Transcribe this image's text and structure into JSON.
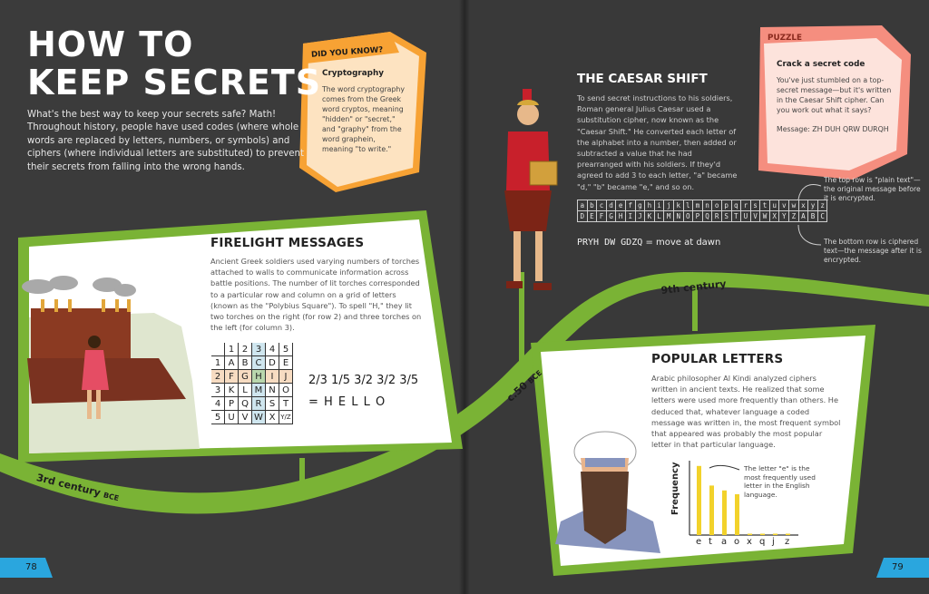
{
  "page": {
    "title_line1": "HOW TO",
    "title_line2": "KEEP SECRETS",
    "intro": "What's the best way to keep your secrets safe? Math! Throughout history, people have used codes (where whole words are replaced by letters, numbers, or symbols) and ciphers (where individual letters are substituted) to prevent their secrets from falling into the wrong hands.",
    "page_left": "78",
    "page_right": "79"
  },
  "did_you_know": {
    "tag": "DID YOU KNOW?",
    "heading": "Cryptography",
    "body": "The word cryptography comes from the Greek word cryptos, meaning \"hidden\" or \"secret,\" and \"graphy\" from the word graphein, meaning \"to write.\""
  },
  "puzzle": {
    "tag": "PUZZLE",
    "heading": "Crack a secret code",
    "body": "You've just stumbled on a top-secret message—but it's written in the Caesar Shift cipher. Can you work out what it says?",
    "message": "Message: ZH DUH QRW DURQH"
  },
  "caesar": {
    "heading": "THE CAESAR SHIFT",
    "body": "To send secret instructions to his soldiers, Roman general Julius Caesar used a substitution cipher, now known as the \"Caesar Shift.\" He converted each letter of the alphabet into a number, then added or subtracted a value that he had prearranged with his soldiers. If they'd agreed to add 3 to each letter, \"a\" became \"d,\" \"b\" became \"e,\" and so on.",
    "plain_row": [
      "a",
      "b",
      "c",
      "d",
      "e",
      "f",
      "g",
      "h",
      "i",
      "j",
      "k",
      "l",
      "m",
      "n",
      "o",
      "p",
      "q",
      "r",
      "s",
      "t",
      "u",
      "v",
      "w",
      "x",
      "y",
      "z"
    ],
    "cipher_row": [
      "D",
      "E",
      "F",
      "G",
      "H",
      "I",
      "J",
      "K",
      "L",
      "M",
      "N",
      "O",
      "P",
      "Q",
      "R",
      "S",
      "T",
      "U",
      "V",
      "W",
      "X",
      "Y",
      "Z",
      "A",
      "B",
      "C"
    ],
    "example_code": "PRYH DW GDZQ",
    "example_plain": "= move at dawn",
    "note_top": "The top row is \"plain text\"—the original message before it is encrypted.",
    "note_bottom": "The bottom row is ciphered text—the message after it is encrypted."
  },
  "firelight": {
    "heading": "FIRELIGHT MESSAGES",
    "body": "Ancient Greek soldiers used varying numbers of torches attached to walls to communicate information across battle positions. The number of lit torches corresponded to a particular row and column on a grid of letters (known as the \"Polybius Square\"). To spell \"H,\" they lit two torches on the right (for row 2) and three torches on the left (for column 3).",
    "grid_header": [
      "1",
      "2",
      "3",
      "4",
      "5"
    ],
    "grid_rows": [
      {
        "n": "1",
        "cells": [
          "A",
          "B",
          "C",
          "D",
          "E"
        ]
      },
      {
        "n": "2",
        "cells": [
          "F",
          "G",
          "H",
          "I",
          "J"
        ]
      },
      {
        "n": "3",
        "cells": [
          "K",
          "L",
          "M",
          "N",
          "O"
        ]
      },
      {
        "n": "4",
        "cells": [
          "P",
          "Q",
          "R",
          "S",
          "T"
        ]
      },
      {
        "n": "5",
        "cells": [
          "U",
          "V",
          "W",
          "X",
          "Y/Z"
        ]
      }
    ],
    "code": "2/3 1/5 3/2 3/2 3/5",
    "decoded": "= H E L L O"
  },
  "popular": {
    "heading": "POPULAR LETTERS",
    "body": "Arabic philosopher Al Kindi analyzed ciphers written in ancient texts. He realized that some letters were used more frequently than others. He deduced that, whatever language a coded message was written in, the most frequent symbol that appeared was probably the most popular letter in that particular language.",
    "note": "The letter \"e\" is the most frequently used letter in the English language."
  },
  "timeline": {
    "label_1": "3rd century",
    "label_1_suffix": "BCE",
    "label_2": "c.50",
    "label_2_suffix": "BCE",
    "label_3": "9th century"
  },
  "colors": {
    "background": "#3a3a3a",
    "green": "#7ab335",
    "orange": "#f7a234",
    "salmon": "#f58e7f",
    "blue": "#2aa6de",
    "bar": "#f2d22b"
  },
  "chart_data": {
    "type": "bar",
    "categories": [
      "e",
      "t",
      "a",
      "o",
      "x",
      "q",
      "j",
      "z"
    ],
    "values": [
      12.7,
      9.1,
      8.2,
      7.5,
      0.15,
      0.1,
      0.15,
      0.07
    ],
    "ylabel": "Frequency",
    "xlabel": "",
    "ylim": [
      0,
      13
    ]
  }
}
